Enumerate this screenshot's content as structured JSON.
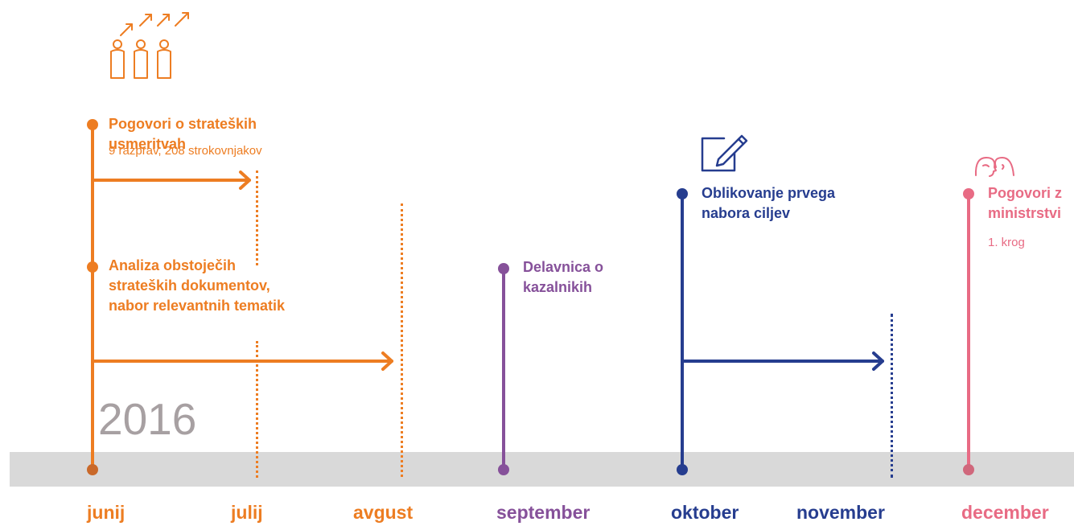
{
  "year": "2016",
  "months": [
    "junij",
    "julij",
    "avgust",
    "september",
    "oktober",
    "november",
    "december"
  ],
  "events": [
    {
      "title_lines": [
        "Pogovori o strateških",
        "usmeritvah"
      ],
      "detail": "9 razprav, 208 strokovnjakov",
      "icon": "people-growth-icon"
    },
    {
      "title_lines": [
        "Analiza obstoječih",
        "strateških dokumentov,",
        "nabor relevantnih tematik"
      ]
    },
    {
      "title_lines": [
        "Delavnica o",
        "kazalnikih"
      ]
    },
    {
      "title_lines": [
        "Oblikovanje prvega",
        "nabora ciljev"
      ],
      "icon": "edit-document-icon"
    },
    {
      "title_lines": [
        "Pogovori z",
        "ministrstvi"
      ],
      "detail": "1. krog",
      "icon": "dialogue-heads-icon"
    }
  ],
  "colors": {
    "orange": "#ed7d22",
    "orange_dark": "#c9692a",
    "purple": "#86519a",
    "navy": "#263d8f",
    "pink": "#e86b84",
    "bar": "#d9d9d9",
    "year": "#a7a0a2"
  }
}
